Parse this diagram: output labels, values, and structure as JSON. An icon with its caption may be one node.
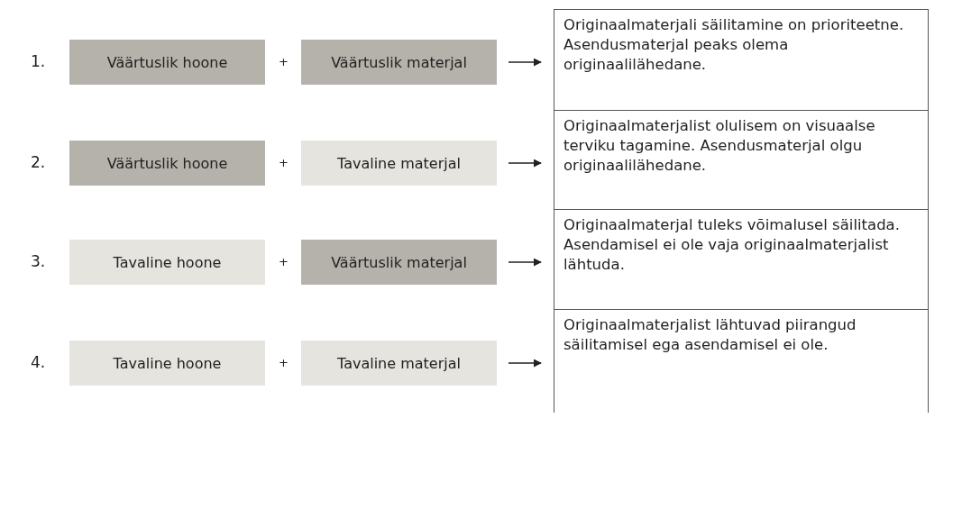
{
  "diagram": {
    "nodes": [
      {
        "text": [
          "Väärtuslik hoone"
        ]
      },
      {
        "text": [
          "Väärtuslik materjal"
        ]
      },
      {
        "text": [
          "Originaalmaterjali säilitamine on prioriteetne. Asendusmaterjal peaks olema originaalilähedane."
        ]
      },
      {
        "text": [
          "Väärtuslik hoone"
        ]
      },
      {
        "text": [
          "Tavaline materjal"
        ]
      },
      {
        "text": [
          "Originaalmaterjalist olulisem on visuaalse terviku tagamine. Asendusmaterjal olgu originaalilähedane."
        ]
      },
      {
        "text": [
          "Tavaline hoone"
        ]
      },
      {
        "text": [
          "Väärtuslik materjal"
        ]
      },
      {
        "text": [
          "Originaalmaterjal tuleks võimalusel säilitada. Asendamisel ei ole vaja originaalmaterjalist lähtuda."
        ]
      },
      {
        "text": [
          "Tavaline hoone"
        ]
      },
      {
        "text": [
          "Tavaline materjal"
        ]
      },
      {
        "text": [
          "Originaalmaterjalist lähtuvad piirangud säilitamisel ega asendamisel ei ole."
        ]
      }
    ],
    "edges": [
      {
        "from": 1,
        "to": 2,
        "arrow": "to"
      },
      {
        "from": 4,
        "to": 5,
        "arrow": "to"
      },
      {
        "from": 7,
        "to": 8,
        "arrow": "to"
      },
      {
        "from": 10,
        "to": 11,
        "arrow": "to"
      }
    ],
    "labels": [
      "1.",
      "+",
      "2.",
      "+",
      "3.",
      "+",
      "4.",
      "+"
    ]
  }
}
